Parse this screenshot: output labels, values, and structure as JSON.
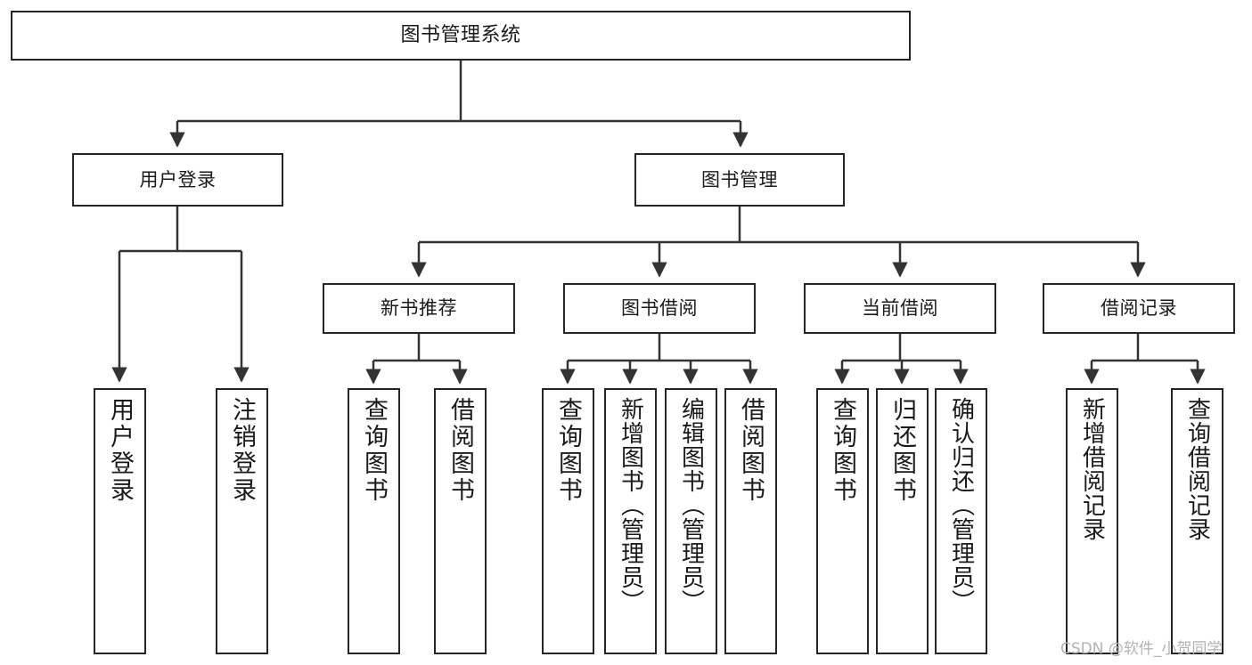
{
  "diagram": {
    "title": "图书管理系统",
    "type": "tree-hierarchy-diagram",
    "colors": {
      "stroke": "#262626",
      "fill": "#ffffff",
      "text": "#1a1a1a",
      "watermark": "#b3b3b3"
    },
    "root": {
      "label": "图书管理系统"
    },
    "level2": [
      {
        "label": "用户登录"
      },
      {
        "label": "图书管理"
      }
    ],
    "level3": [
      {
        "label": "新书推荐"
      },
      {
        "label": "图书借阅"
      },
      {
        "label": "当前借阅"
      },
      {
        "label": "借阅记录"
      }
    ],
    "leaves": {
      "user_login": [
        {
          "label": "用户登录"
        },
        {
          "label": "注销登录"
        }
      ],
      "new_book_recommend": [
        {
          "label": "查询图书"
        },
        {
          "label": "借阅图书"
        }
      ],
      "book_borrow": [
        {
          "label": "查询图书"
        },
        {
          "label": "新增图书（管理员）"
        },
        {
          "label": "编辑图书（管理员）"
        },
        {
          "label": "借阅图书"
        }
      ],
      "current_borrow": [
        {
          "label": "查询图书"
        },
        {
          "label": "归还图书"
        },
        {
          "label": "确认归还（管理员）"
        }
      ],
      "borrow_record": [
        {
          "label": "新增借阅记录"
        },
        {
          "label": "查询借阅记录"
        }
      ]
    }
  },
  "watermark": {
    "text": "CSDN @软件_小贺同学"
  }
}
